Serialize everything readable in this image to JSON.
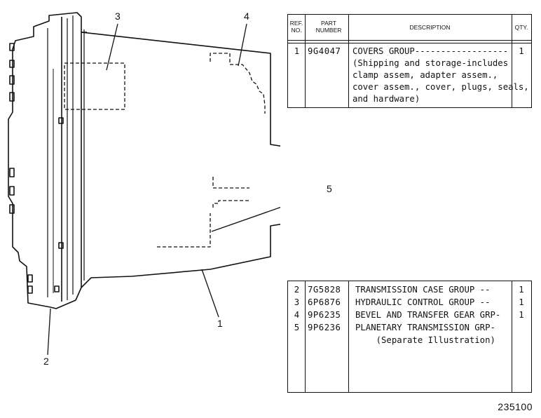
{
  "drawing": {
    "callouts": [
      "1",
      "2",
      "3",
      "4",
      "5"
    ]
  },
  "table_top": {
    "headers": {
      "ref_no": "REF. NO.",
      "part_number": "PART NUMBER",
      "description": "DESCRIPTION",
      "qty": "QTY."
    },
    "rows": [
      {
        "ref": "1",
        "part": "9G4047",
        "description_lines": [
          "COVERS GROUP------------------",
          "(Shipping and storage-includes",
          "clamp assem, adapter assem.,",
          "cover assem., cover, plugs, seals,",
          "and hardware)"
        ],
        "qty": "1"
      }
    ]
  },
  "table_bottom": {
    "rows": [
      {
        "ref": "2",
        "part": "7G5828",
        "description_lines": [
          "TRANSMISSION CASE GROUP --"
        ],
        "qty": "1"
      },
      {
        "ref": "3",
        "part": "6P6876",
        "description_lines": [
          "HYDRAULIC CONTROL GROUP --"
        ],
        "qty": "1"
      },
      {
        "ref": "4",
        "part": "9P6235",
        "description_lines": [
          "BEVEL AND TRANSFER GEAR GRP-"
        ],
        "qty": "1"
      },
      {
        "ref": "5",
        "part": "9P6236",
        "description_lines": [
          "PLANETARY TRANSMISSION GRP-",
          "    (Separate Illustration)"
        ],
        "qty": ""
      }
    ]
  },
  "illustration_number": "235100"
}
